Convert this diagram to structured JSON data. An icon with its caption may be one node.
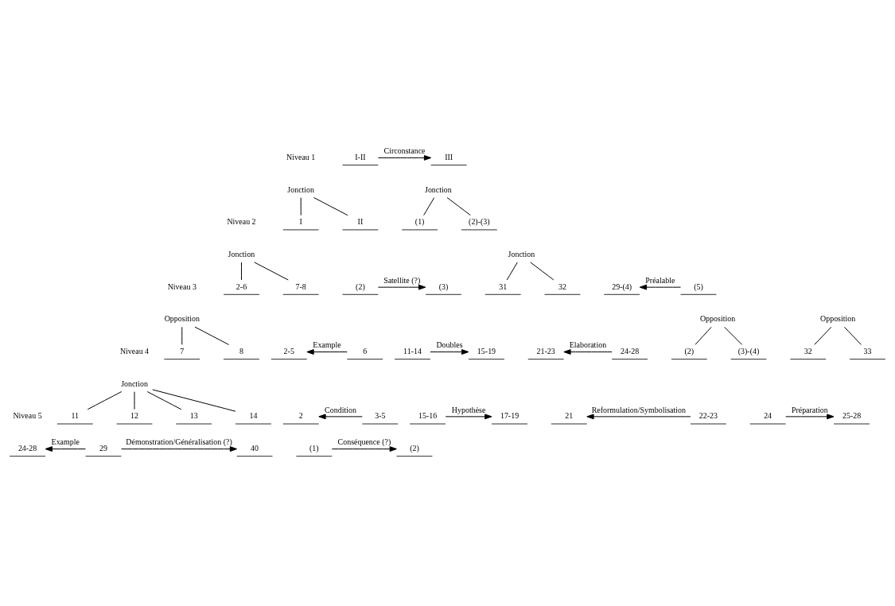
{
  "diagram": {
    "nodes": [
      {
        "text": [
          "I-II"
        ]
      },
      {
        "text": [
          "III"
        ]
      },
      {
        "text": [
          "Jonction"
        ]
      },
      {
        "text": [
          "I"
        ]
      },
      {
        "text": [
          "II"
        ]
      },
      {
        "text": [
          "Jonction"
        ]
      },
      {
        "text": [
          "(1)"
        ]
      },
      {
        "text": [
          "(2)-(3)"
        ]
      },
      {
        "text": [
          "Jonction"
        ]
      },
      {
        "text": [
          "2-6"
        ]
      },
      {
        "text": [
          "7-8"
        ]
      },
      {
        "text": [
          "(2)"
        ]
      },
      {
        "text": [
          "(3)"
        ]
      },
      {
        "text": [
          "Jonction"
        ]
      },
      {
        "text": [
          "31"
        ]
      },
      {
        "text": [
          "32"
        ]
      },
      {
        "text": [
          "29-(4)"
        ]
      },
      {
        "text": [
          "(5)"
        ]
      },
      {
        "text": [
          "2-5"
        ]
      },
      {
        "text": [
          "6"
        ]
      },
      {
        "text": [
          "Opposition"
        ]
      },
      {
        "text": [
          "7"
        ]
      },
      {
        "text": [
          "8"
        ]
      },
      {
        "text": [
          "11-14"
        ]
      },
      {
        "text": [
          "15-19"
        ]
      },
      {
        "text": [
          "21-23"
        ]
      },
      {
        "text": [
          "24-28"
        ]
      },
      {
        "text": [
          "Opposition"
        ]
      },
      {
        "text": [
          "(2)"
        ]
      },
      {
        "text": [
          "(3)-(4)"
        ]
      },
      {
        "text": [
          "Opposition"
        ]
      },
      {
        "text": [
          "32"
        ]
      },
      {
        "text": [
          "33"
        ]
      },
      {
        "text": [
          "2"
        ]
      },
      {
        "text": [
          "3-5"
        ]
      },
      {
        "text": [
          "Jonction"
        ]
      },
      {
        "text": [
          "11"
        ]
      },
      {
        "text": [
          "12"
        ]
      },
      {
        "text": [
          "13"
        ]
      },
      {
        "text": [
          "14"
        ]
      },
      {
        "text": [
          "15-16"
        ]
      },
      {
        "text": [
          "17-19"
        ]
      },
      {
        "text": [
          "21"
        ]
      },
      {
        "text": [
          "22-23"
        ]
      },
      {
        "text": [
          "24"
        ]
      },
      {
        "text": [
          "25-28"
        ]
      },
      {
        "text": [
          "24-28"
        ]
      },
      {
        "text": [
          "29"
        ]
      },
      {
        "text": [
          "40"
        ]
      },
      {
        "text": [
          "(1)"
        ]
      },
      {
        "text": [
          "(2)"
        ]
      }
    ],
    "edges": [
      {
        "from": 0,
        "to": 1,
        "arrow": "to",
        "label": "Circonstance"
      },
      {
        "from": 2,
        "to": 3,
        "arrow": "none"
      },
      {
        "from": 2,
        "to": 4,
        "arrow": "none"
      },
      {
        "from": 5,
        "to": 6,
        "arrow": "none"
      },
      {
        "from": 5,
        "to": 7,
        "arrow": "none"
      },
      {
        "from": 8,
        "to": 9,
        "arrow": "none"
      },
      {
        "from": 8,
        "to": 10,
        "arrow": "none"
      },
      {
        "from": 11,
        "to": 12,
        "arrow": "to",
        "label": "Satellite (?)"
      },
      {
        "from": 13,
        "to": 14,
        "arrow": "none"
      },
      {
        "from": 13,
        "to": 15,
        "arrow": "none"
      },
      {
        "from": 17,
        "to": 16,
        "arrow": "to",
        "label": "Préalable"
      },
      {
        "from": 19,
        "to": 18,
        "arrow": "to",
        "label": "Example"
      },
      {
        "from": 20,
        "to": 21,
        "arrow": "none"
      },
      {
        "from": 20,
        "to": 22,
        "arrow": "none"
      },
      {
        "from": 23,
        "to": 24,
        "arrow": "to",
        "label": "Doubles"
      },
      {
        "from": 26,
        "to": 25,
        "arrow": "to",
        "label": "Elaboration"
      },
      {
        "from": 27,
        "to": 28,
        "arrow": "none"
      },
      {
        "from": 27,
        "to": 29,
        "arrow": "none"
      },
      {
        "from": 30,
        "to": 31,
        "arrow": "none"
      },
      {
        "from": 30,
        "to": 32,
        "arrow": "none"
      },
      {
        "from": 34,
        "to": 33,
        "arrow": "to",
        "label": "Condition"
      },
      {
        "from": 35,
        "to": 36,
        "arrow": "none"
      },
      {
        "from": 35,
        "to": 37,
        "arrow": "none"
      },
      {
        "from": 35,
        "to": 38,
        "arrow": "none"
      },
      {
        "from": 35,
        "to": 39,
        "arrow": "none"
      },
      {
        "from": 40,
        "to": 41,
        "arrow": "to",
        "label": "Hypothèse"
      },
      {
        "from": 43,
        "to": 42,
        "arrow": "to",
        "label": "Reformulation/Symbolisation"
      },
      {
        "from": 44,
        "to": 45,
        "arrow": "to",
        "label": "Préparation"
      },
      {
        "from": 47,
        "to": 46,
        "arrow": "to",
        "label": "Example"
      },
      {
        "from": 47,
        "to": 48,
        "arrow": "to",
        "label": "Démonstration/Généralisation (?)"
      },
      {
        "from": 49,
        "to": 50,
        "arrow": "to",
        "label": "Conséquence (?)"
      }
    ],
    "labels": [
      "Niveau 1",
      "Niveau 2",
      "Niveau 3",
      "Niveau 4",
      "Niveau 5"
    ]
  }
}
